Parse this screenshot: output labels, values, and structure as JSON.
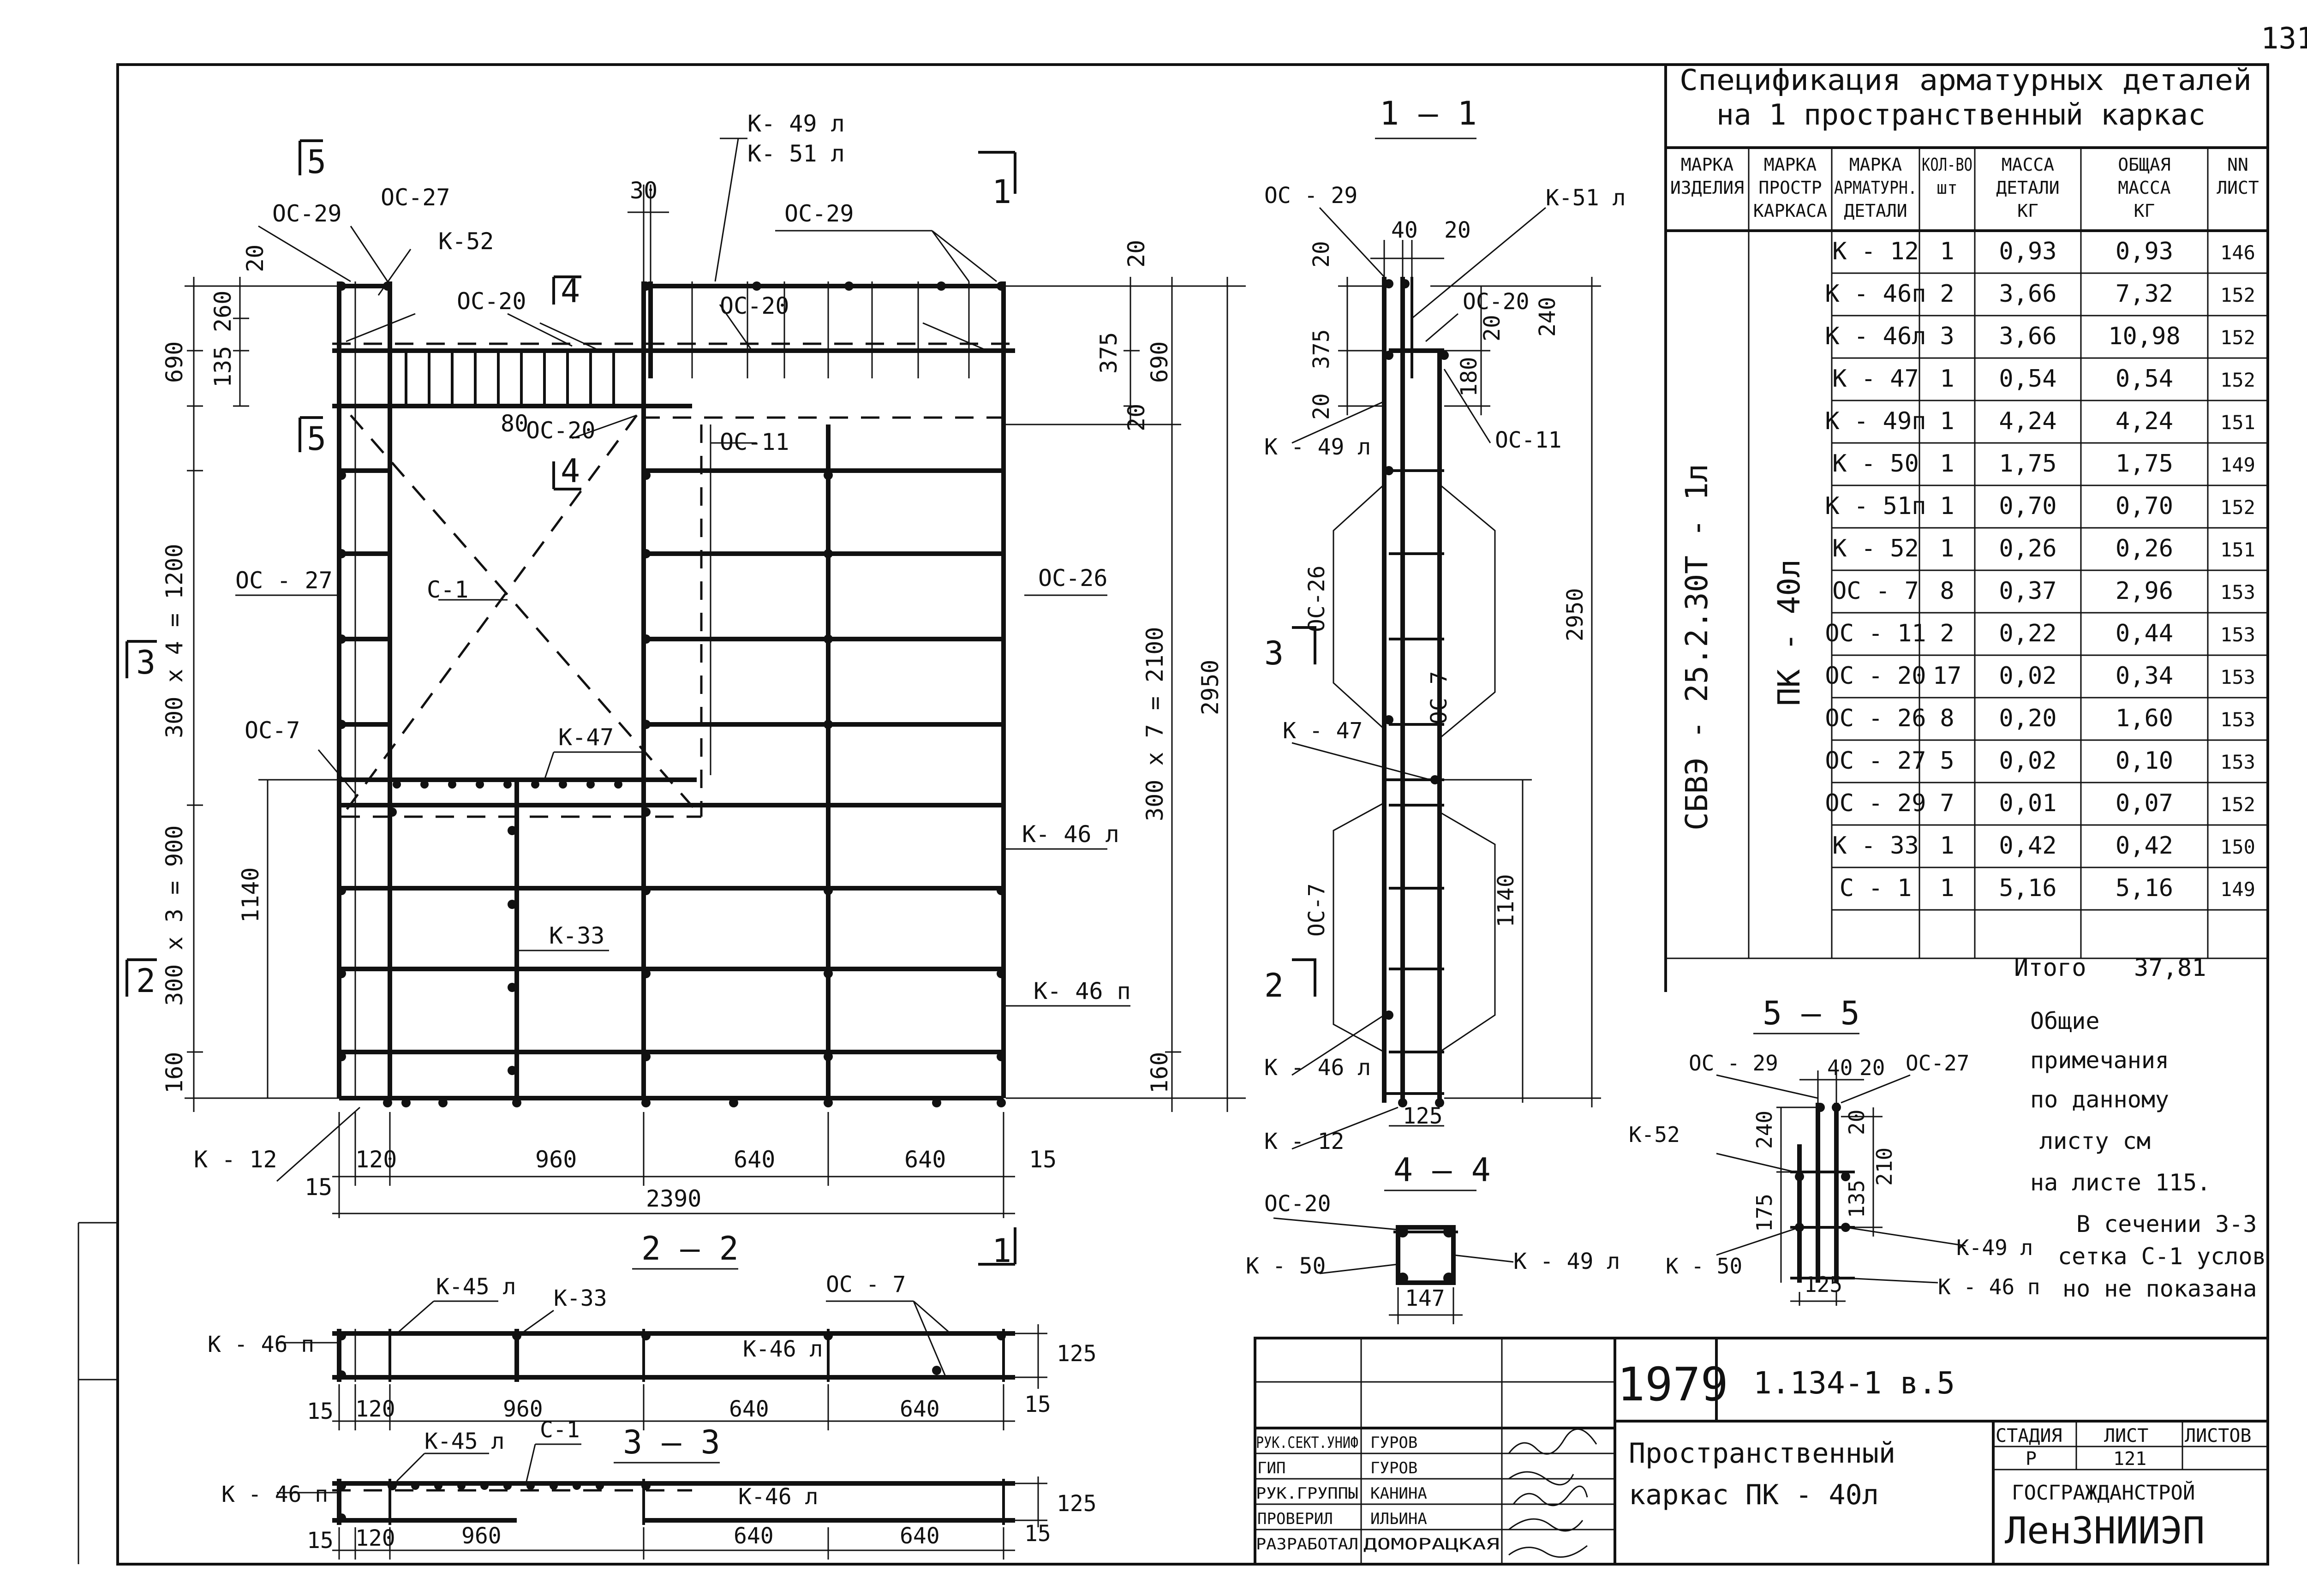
{
  "page_number": "131",
  "plan_view": {
    "section_marks": [
      "5",
      "5",
      "4",
      "4",
      "1",
      "1",
      "3",
      "2"
    ],
    "labels": {
      "oc29": "ОС-29",
      "oc27": "ОС-27",
      "k52": "К-52",
      "oc20a": "ОС-20",
      "oc20b": "ОС-20",
      "oc20c": "ОС-20",
      "k49l": "К- 49 л",
      "k51l": "К- 51 л",
      "oc29b": "ОС-29",
      "oc11": "ОС-11",
      "oc27b": "ОС - 27",
      "c1": "С-1",
      "oc26": "ОС-26",
      "oc7": "ОС-7",
      "k47": "К-47",
      "k46l": "К- 46 л",
      "k33": "К-33",
      "k46p": "К- 46 п",
      "k12": "К - 12"
    },
    "dims": {
      "d20a": "20",
      "d260": "260",
      "d135": "135",
      "d690": "690",
      "d30": "30",
      "d80": "80",
      "d375": "375",
      "d690r": "690",
      "d20r": "20",
      "d20r2": "20",
      "d1200": "300 x 4 = 1200",
      "d900": "300 x 3 = 900",
      "d1140": "1140",
      "d160": "160",
      "d2100": "300 x 7 = 2100",
      "d2950": "2950",
      "d160r": "160",
      "d120": "120",
      "d960": "960",
      "d640a": "640",
      "d640b": "640",
      "d15a": "15",
      "d15b": "15",
      "d2390": "2390"
    }
  },
  "section_1_1": {
    "title": "1 — 1",
    "labels": {
      "oc29": "ОС - 29",
      "k51l": "К-51 л",
      "oc20": "ОС-20",
      "k49l": "К - 49 л",
      "oc11": "ОС-11",
      "oc26": "ОС-26",
      "oc7a": "ОС-7",
      "k47": "К - 47",
      "oc7b": "ОС-7",
      "k46l": "К - 46 л",
      "k12": "К - 12"
    },
    "dims": {
      "d40": "40",
      "d20": "20",
      "d20b": "20",
      "d375": "375",
      "d240": "240",
      "d180": "180",
      "d20c": "20",
      "d20d": "20",
      "d2950": "2950",
      "d1140": "1140",
      "d125": "125"
    },
    "marks": {
      "m3": "3",
      "m2": "2"
    }
  },
  "section_4_4": {
    "title": "4 — 4",
    "labels": {
      "oc20": "ОС-20",
      "k50": "К - 50",
      "k49l": "К - 49 л"
    },
    "dims": {
      "d147": "147"
    }
  },
  "section_5_5": {
    "title": "5 — 5",
    "labels": {
      "oc29": "ОС - 29",
      "oc27": "ОС-27",
      "k52": "К-52",
      "k49l": "К-49 л",
      "k50": "К - 50",
      "k46p": "К - 46 п"
    },
    "dims": {
      "d40": "40",
      "d20": "20",
      "d240": "240",
      "d20b": "20",
      "d210": "210",
      "d135": "135",
      "d175": "175",
      "d125": "125"
    }
  },
  "section_2_2": {
    "title": "2 — 2",
    "labels": {
      "k46p": "К - 46 п",
      "k45l": "К-45 л",
      "k33": "К-33",
      "oc7": "ОС - 7",
      "k46l": "К-46 л"
    },
    "dims": {
      "d15a": "15",
      "d120": "120",
      "d960": "960",
      "d640a": "640",
      "d640b": "640",
      "d15b": "15",
      "d125": "125"
    }
  },
  "section_3_3": {
    "title": "3 — 3",
    "labels": {
      "k46p": "К - 46 п",
      "k45l": "К-45 л",
      "c1": "С-1",
      "k46l": "К-46 л"
    },
    "dims": {
      "d15a": "15",
      "d120": "120",
      "d960": "960",
      "d640a": "640",
      "d640b": "640",
      "d15b": "15",
      "d125": "125"
    }
  },
  "spec_table": {
    "title_line1": "Спецификация арматурных деталей",
    "title_line2": "на 1 пространственный каркас",
    "headers": [
      "Марка изделия",
      "Марка простр. каркаса",
      "Марка арматурн. детали",
      "Кол-во шт",
      "Масса детали кг",
      "Общая масса кг",
      "NN лист"
    ],
    "header_lines": [
      [
        "МАРКА",
        "ИЗДЕЛИЯ"
      ],
      [
        "МАРКА",
        "ПРОСТР",
        "КАРКАСА"
      ],
      [
        "МАРКА",
        "АРМАТУРН.",
        "ДЕТАЛИ"
      ],
      [
        "КОЛ-ВО",
        "шт"
      ],
      [
        "МАССА",
        "ДЕТАЛИ",
        "КГ"
      ],
      [
        "ОБЩАЯ",
        "МАССА",
        "КГ"
      ],
      [
        "NN",
        "ЛИСТ"
      ]
    ],
    "item_mark": "СБВЭ - 25.2.30Т - 1л",
    "frame_mark": "ПК - 40л",
    "rows": [
      [
        "К - 12",
        "1",
        "0,93",
        "0,93",
        "146"
      ],
      [
        "К - 46п",
        "2",
        "3,66",
        "7,32",
        "152"
      ],
      [
        "К - 46л",
        "3",
        "3,66",
        "10,98",
        "152"
      ],
      [
        "К - 47",
        "1",
        "0,54",
        "0,54",
        "152"
      ],
      [
        "К - 49п",
        "1",
        "4,24",
        "4,24",
        "151"
      ],
      [
        "К - 50",
        "1",
        "1,75",
        "1,75",
        "149"
      ],
      [
        "К - 51п",
        "1",
        "0,70",
        "0,70",
        "152"
      ],
      [
        "К - 52",
        "1",
        "0,26",
        "0,26",
        "151"
      ],
      [
        "ОС - 7",
        "8",
        "0,37",
        "2,96",
        "153"
      ],
      [
        "ОС - 11",
        "2",
        "0,22",
        "0,44",
        "153"
      ],
      [
        "ОС - 20",
        "17",
        "0,02",
        "0,34",
        "153"
      ],
      [
        "ОС - 26",
        "8",
        "0,20",
        "1,60",
        "153"
      ],
      [
        "ОС - 27",
        "5",
        "0,02",
        "0,10",
        "153"
      ],
      [
        "ОС - 29",
        "7",
        "0,01",
        "0,07",
        "152"
      ],
      [
        "К - 33",
        "1",
        "0,42",
        "0,42",
        "150"
      ],
      [
        "С - 1",
        "1",
        "5,16",
        "5,16",
        "149"
      ]
    ],
    "total_label": "Итого",
    "total_value": "37,81"
  },
  "notes": {
    "lines": [
      "Общие",
      "примечания",
      "по данному",
      "листу см",
      "на листе 115.",
      "В сечении 3-3",
      "сетка С-1 услов",
      "но не показана"
    ]
  },
  "title_block": {
    "year": "1979",
    "series": "1.134-1  в.5",
    "roles": [
      "РУК.СЕКТ.УНИФ",
      "ГИП",
      "РУК.ГРУППЫ",
      "ПРОВЕРИЛ",
      "РАЗРАБОТАЛ"
    ],
    "names": [
      "ГУРОВ",
      "ГУРОВ",
      "КАНИНА",
      "ИЛЬИНА",
      "ДОМОРАЦКАЯ"
    ],
    "drawing_title_line1": "Пространственный",
    "drawing_title_line2": "каркас    ПК - 40л",
    "stage_label": "СТАДИЯ",
    "sheet_label": "ЛИСТ",
    "sheets_label": "ЛИСТОВ",
    "stage_value": "Р",
    "sheet_value": "121",
    "org_line1": "ГОСГРАЖДАНСТРОЙ",
    "org_line2": "ЛенЗНИИЭП"
  }
}
